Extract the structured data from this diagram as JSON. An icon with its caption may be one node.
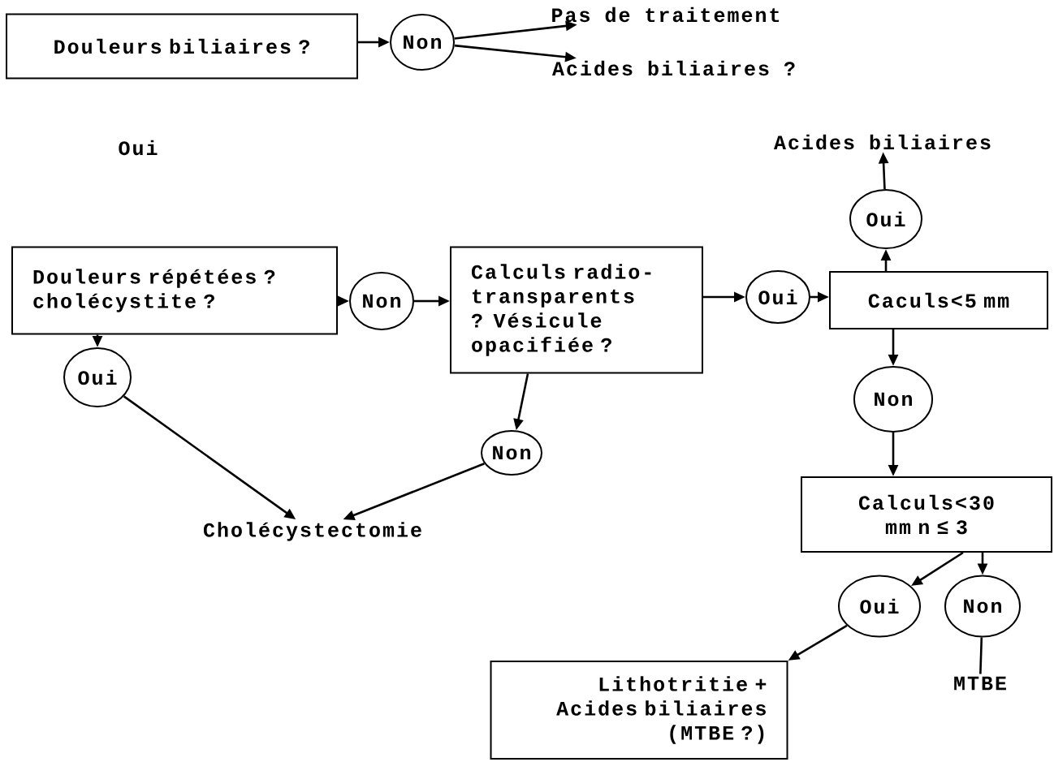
{
  "diagram": {
    "nodes": [
      {
        "text": [
          "Douleurs biliaires ?"
        ]
      },
      {
        "text": [
          "Non"
        ]
      },
      {
        "text": [
          "Pas de traitement"
        ]
      },
      {
        "text": [
          "Acides biliaires ?"
        ]
      },
      {
        "text": [
          "Acides biliaires"
        ]
      },
      {
        "text": [
          "Oui"
        ]
      },
      {
        "text": [
          "Douleurs répétées ? cholécystite ?"
        ]
      },
      {
        "text": [
          "Non"
        ]
      },
      {
        "text": [
          "Calculs radio-transparents ? Vésicule opacifiée ?"
        ]
      },
      {
        "text": [
          "Oui"
        ]
      },
      {
        "text": [
          "Caculs<5 mm"
        ]
      },
      {
        "text": [
          "Non"
        ]
      },
      {
        "text": [
          "Oui"
        ]
      },
      {
        "text": [
          "Non"
        ]
      },
      {
        "text": [
          "Cholécystectomie"
        ]
      },
      {
        "text": [
          "Calculs<30 mm n ≤ 3"
        ]
      },
      {
        "text": [
          "Oui"
        ]
      },
      {
        "text": [
          "Non"
        ]
      },
      {
        "text": [
          "Lithotritie + Acides biliaires (MTBE ?)"
        ]
      },
      {
        "text": [
          "MTBE"
        ]
      }
    ],
    "edges": [
      {
        "from": 0,
        "to": 1,
        "arrow": "to"
      },
      {
        "from": 1,
        "to": 2,
        "arrow": "to"
      },
      {
        "from": 1,
        "to": 3,
        "arrow": "to"
      },
      {
        "from": 6,
        "to": 7,
        "arrow": "to"
      },
      {
        "from": 7,
        "to": 8,
        "arrow": "to"
      },
      {
        "from": 6,
        "to": 12,
        "arrow": "to"
      },
      {
        "from": 12,
        "to": 14,
        "arrow": "to"
      },
      {
        "from": 8,
        "to": 13,
        "arrow": "to"
      },
      {
        "from": 13,
        "to": 14,
        "arrow": "to"
      },
      {
        "from": 8,
        "to": 9,
        "arrow": "to"
      },
      {
        "from": 9,
        "to": 10,
        "arrow": "to"
      },
      {
        "from": 10,
        "to": 5,
        "arrow": "to"
      },
      {
        "from": 5,
        "to": 4,
        "arrow": "to"
      },
      {
        "from": 10,
        "to": 11,
        "arrow": "to"
      },
      {
        "from": 11,
        "to": 15,
        "arrow": "to"
      },
      {
        "from": 15,
        "to": 16,
        "arrow": "to"
      },
      {
        "from": 15,
        "to": 17,
        "arrow": "to"
      },
      {
        "from": 16,
        "to": 18,
        "arrow": "to"
      },
      {
        "from": 17,
        "to": 19,
        "arrow": "none"
      }
    ],
    "labels": [
      "Oui"
    ]
  }
}
